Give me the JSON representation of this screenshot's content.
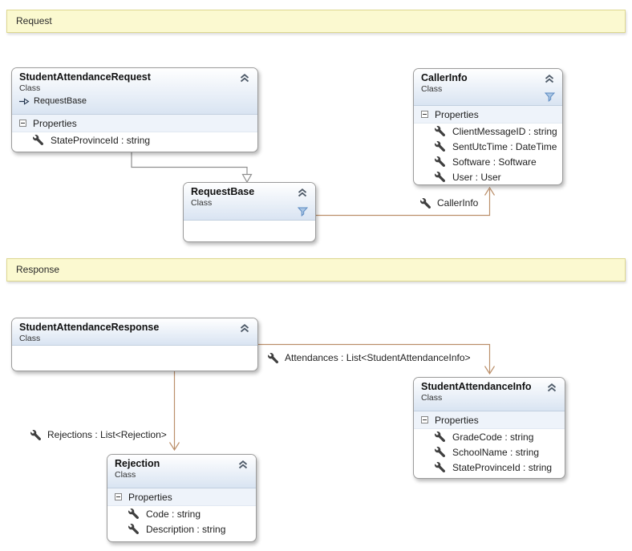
{
  "banners": {
    "request": "Request",
    "response": "Response"
  },
  "classes": {
    "studentAttendanceRequest": {
      "title": "StudentAttendanceRequest",
      "stereotype": "Class",
      "base": "RequestBase",
      "compartment": "Properties",
      "members": [
        "StateProvinceId : string"
      ]
    },
    "callerInfo": {
      "title": "CallerInfo",
      "stereotype": "Class",
      "compartment": "Properties",
      "members": [
        "ClientMessageID : string",
        "SentUtcTime : DateTime",
        "Software : Software",
        "User : User"
      ]
    },
    "requestBase": {
      "title": "RequestBase",
      "stereotype": "Class"
    },
    "studentAttendanceResponse": {
      "title": "StudentAttendanceResponse",
      "stereotype": "Class"
    },
    "studentAttendanceInfo": {
      "title": "StudentAttendanceInfo",
      "stereotype": "Class",
      "compartment": "Properties",
      "members": [
        "GradeCode : string",
        "SchoolName : string",
        "StateProvinceId : string"
      ]
    },
    "rejection": {
      "title": "Rejection",
      "stereotype": "Class",
      "compartment": "Properties",
      "members": [
        "Code : string",
        "Description : string"
      ]
    }
  },
  "associations": {
    "callerInfo": "CallerInfo",
    "attendances": "Attendances : List<StudentAttendanceInfo>",
    "rejections": "Rejections : List<Rejection>"
  },
  "colors": {
    "association_line": "#bb8f6a",
    "inheritance_line": "#8f8f8f",
    "banner_background": "#fbf9d0",
    "banner_border": "#ddd78f",
    "header_gradient_bottom": "#d9e4f2",
    "filter_icon_blue": "#5b8ac2"
  }
}
